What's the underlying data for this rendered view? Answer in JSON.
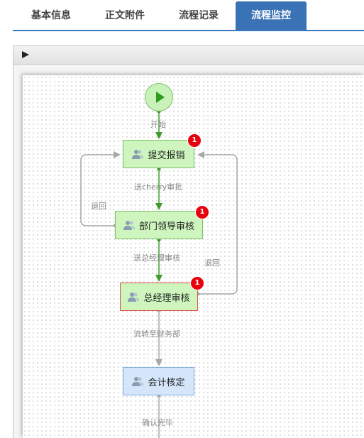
{
  "tabs": [
    {
      "label": "基本信息",
      "active": false
    },
    {
      "label": "正文附件",
      "active": false
    },
    {
      "label": "流程记录",
      "active": false
    },
    {
      "label": "流程监控",
      "active": true
    }
  ],
  "flow": {
    "nodes": [
      {
        "label": "提交报销",
        "badge": "1",
        "style": "green"
      },
      {
        "label": "部门领导审核",
        "badge": "1",
        "style": "green"
      },
      {
        "label": "总经理审核",
        "badge": "1",
        "style": "red"
      },
      {
        "label": "会计核定",
        "style": "blue"
      }
    ],
    "edges": {
      "start": "开始",
      "submit_to_dept": "送cherry审批",
      "dept_back": "退回",
      "dept_to_gm": "送总经理审核",
      "gm_back": "退回",
      "gm_to_finance": "流转至财务部",
      "finance_done": "确认完毕"
    }
  },
  "colors": {
    "tab_active": "#3a72b6",
    "node_green": "#cdf5bd",
    "node_blue": "#d5e6fb",
    "badge": "#e8000b",
    "active_edge": "#3f9a2a",
    "inactive_edge": "#a8a8a8"
  },
  "icons": {
    "start": "play-icon",
    "panel_toggle": "triangle-right-icon",
    "task": "users-icon"
  }
}
